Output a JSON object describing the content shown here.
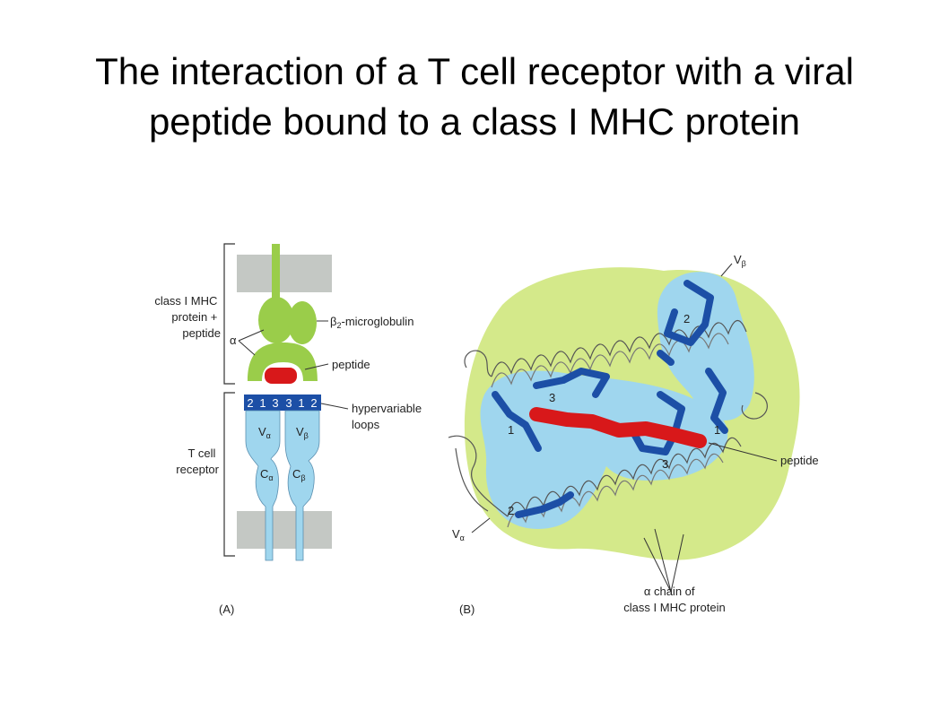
{
  "title": "The interaction of a T cell receptor with a viral peptide bound to a class I MHC protein",
  "panel_a": {
    "label": "(A)",
    "class_mhc_label": [
      "class I MHC",
      "protein +",
      "peptide"
    ],
    "t_cell_label": [
      "T cell",
      "receptor"
    ],
    "alpha": "α",
    "b2m": "β",
    "b2m_sub": "2",
    "b2m_suffix": "-microglobulin",
    "peptide": "peptide",
    "hypervariable": [
      "hypervariable",
      "loops"
    ],
    "loop_numbers": [
      "2",
      "1",
      "3",
      "3",
      "1",
      "2"
    ],
    "v_alpha": "V",
    "v_beta": "V",
    "c_alpha": "C",
    "c_beta": "C",
    "sub_alpha": "α",
    "sub_beta": "β"
  },
  "panel_b": {
    "label": "(B)",
    "v_beta": "V",
    "v_beta_sub": "β",
    "v_alpha": "V",
    "v_alpha_sub": "α",
    "peptide": "peptide",
    "alpha_chain": [
      "α chain of",
      "class I MHC protein"
    ],
    "loop_numbers_alpha": [
      "1",
      "2",
      "3"
    ],
    "loop_numbers_beta": [
      "1",
      "2",
      "3"
    ]
  },
  "colors": {
    "mhc_green": "#9acd4a",
    "mhc_light": "#d4e98a",
    "tcr_blue": "#9fd6ee",
    "loop_blue": "#1c4fa6",
    "peptide_red": "#d8181a",
    "membrane_gray": "#c4c8c4"
  }
}
